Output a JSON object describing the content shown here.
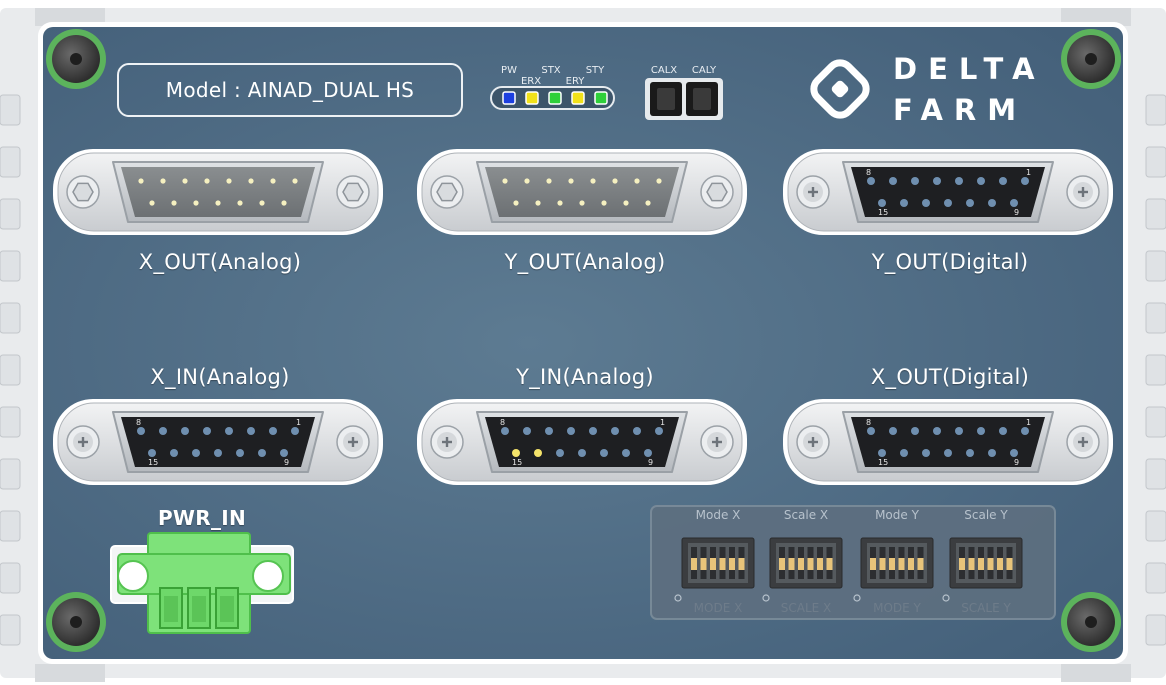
{
  "model": {
    "label": "Model : AINAD_DUAL HS"
  },
  "brand": {
    "line1": "DELTA",
    "line2": "FARM"
  },
  "leds": {
    "top_labels": [
      "PW",
      "STX",
      "STY"
    ],
    "bottom_labels": [
      "ERX",
      "ERY"
    ],
    "colors": [
      "#1d3fe0",
      "#f2e21a",
      "#2fd03a",
      "#f2e21a",
      "#2fd03a"
    ]
  },
  "cal": {
    "labels": [
      "CALX",
      "CALY"
    ]
  },
  "connectors": {
    "x_out_analog": "X_OUT(Analog)",
    "y_out_analog": "Y_OUT(Analog)",
    "y_out_digital": "Y_OUT(Digital)",
    "x_in_analog": "X_IN(Analog)",
    "y_in_analog": "Y_IN(Analog)",
    "x_out_digital": "X_OUT(Digital)",
    "pin_labels": [
      "8",
      "1",
      "15",
      "9"
    ]
  },
  "power": {
    "label": "PWR_IN",
    "color": "#7ee27a"
  },
  "switches": {
    "top_labels": [
      "Mode X",
      "Scale X",
      "Mode Y",
      "Scale Y"
    ],
    "bottom_labels": [
      "MODE X",
      "SCALE X",
      "MODE Y",
      "SCALE Y"
    ]
  },
  "colors": {
    "panel": "#4f6a80",
    "frame": "#e4e7ea",
    "lit_pin": "#f4e36a"
  }
}
